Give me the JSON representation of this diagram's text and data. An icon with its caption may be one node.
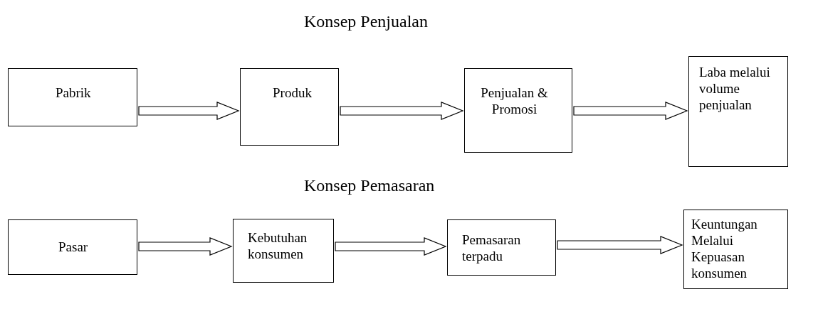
{
  "diagram": {
    "title": "Konsep Penjualan",
    "nodes": [
      {
        "text": [
          "Pabrik"
        ]
      },
      {
        "text": [
          "Produk"
        ]
      },
      {
        "text": [
          "Penjualan & Promosi"
        ]
      },
      {
        "text": [
          "Laba melalui volume penjualan"
        ]
      },
      {
        "text": [
          "Pasar"
        ]
      },
      {
        "text": [
          "Kebutuhan konsumen"
        ]
      },
      {
        "text": [
          "Pemasaran terpadu"
        ]
      },
      {
        "text": [
          "Keuntungan Melalui Kepuasan konsumen"
        ]
      }
    ],
    "edges": [
      {
        "from": 0,
        "to": 1,
        "arrow": "to"
      },
      {
        "from": 1,
        "to": 2,
        "arrow": "to"
      },
      {
        "from": 2,
        "to": 3,
        "arrow": "to"
      },
      {
        "from": 4,
        "to": 5,
        "arrow": "to"
      },
      {
        "from": 5,
        "to": 6,
        "arrow": "to"
      },
      {
        "from": 6,
        "to": 7,
        "arrow": "to"
      }
    ],
    "labels": [
      "Konsep Pemasaran"
    ]
  }
}
